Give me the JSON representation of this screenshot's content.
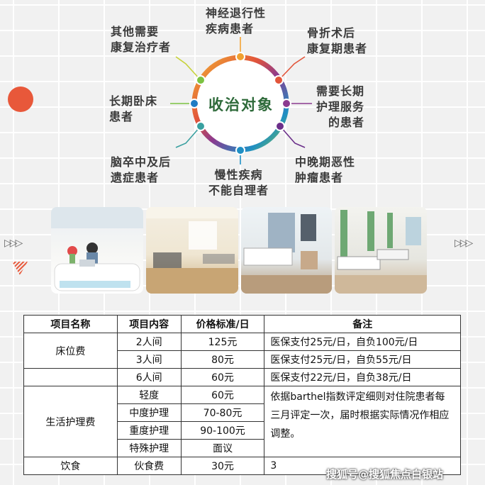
{
  "diagram": {
    "center": "收治对象",
    "labels": {
      "top": [
        "神经退行性",
        "疾病患者"
      ],
      "top_right": [
        "骨折术后",
        "康复期患者"
      ],
      "right": [
        "需要长期",
        "护理服务",
        "的患者"
      ],
      "bottom_right": [
        "中晚期恶性",
        "肿瘤患者"
      ],
      "bottom": [
        "慢性疾病",
        "不能自理者"
      ],
      "bottom_left": [
        "脑卒中及后",
        "遗症患者"
      ],
      "left": [
        "长期卧床",
        "患者"
      ],
      "top_left": [
        "其他需要",
        "康复治疗者"
      ]
    }
  },
  "decor": {
    "arrow_glyph": "▷▷▷"
  },
  "table": {
    "headers": [
      "项目名称",
      "项目内容",
      "价格标准/日",
      "备注"
    ],
    "bed_fee": {
      "name": "床位费",
      "rows": [
        {
          "content": "2人间",
          "price": "125元",
          "note": "医保支付25元/日，自负100元/日"
        },
        {
          "content": "3人间",
          "price": "80元",
          "note": "医保支付25元/日，自负55元/日"
        },
        {
          "content": "6人间",
          "price": "60元",
          "note": "医保支付22元/日，自负38元/日"
        }
      ]
    },
    "care_fee": {
      "name": "生活护理费",
      "rows": [
        {
          "content": "轻度",
          "price": "60元"
        },
        {
          "content": "中度护理",
          "price": "70-80元"
        },
        {
          "content": "重度护理",
          "price": "90-100元"
        },
        {
          "content": "特殊护理",
          "price": "面议"
        }
      ],
      "note": "依据barthel指数评定细则对住院患者每三月评定一次，届时根据实际情况作相应调整。"
    },
    "food_fee": {
      "name": "饮食",
      "content": "伙食费",
      "price": "30元",
      "note": "3"
    }
  },
  "watermark": "搜狐号@搜狐焦点白银站",
  "colors": {
    "accent": "#e8583a",
    "title_green": "#2e6a3a"
  }
}
